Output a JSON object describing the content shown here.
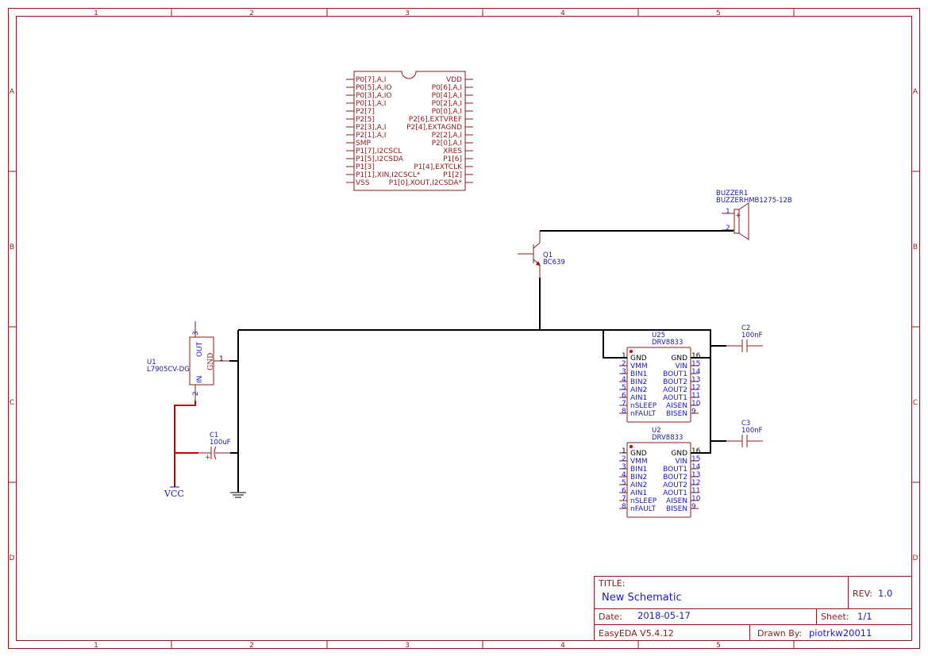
{
  "frame": {
    "columns": [
      "1",
      "2",
      "3",
      "4",
      "5"
    ],
    "rows": [
      "A",
      "B",
      "C",
      "D"
    ]
  },
  "mcu": {
    "left_pins": [
      "P0[7],A,I",
      "P0[5],A,IO",
      "P0[3],A,IO",
      "P0[1],A,I",
      "P2[7]",
      "P2[5]",
      "P2[3],A,I",
      "P2[1],A,I",
      "SMP",
      "P1[7],I2CSCL",
      "P1[5],I2CSDA",
      "P1[3]",
      "P1[1],XIN,I2CSCL*",
      "VSS"
    ],
    "right_pins": [
      "VDD",
      "P0[6],A,I",
      "P0[4],A,I",
      "P0[2],A,I",
      "P0[0],A,I",
      "P2[6],EXTVREF",
      "P2[4],EXTAGND",
      "P2[2],A,I",
      "P2[0],A,I",
      "XRES",
      "P1[6]",
      "P1[4],EXTCLK",
      "P1[2]",
      "P1[0],XOUT,I2CSDA*"
    ]
  },
  "buzzer": {
    "ref": "BUZZER1",
    "value": "BUZZERHMB1275-12B",
    "pin1": "1",
    "pin2": "2",
    "plus": "+"
  },
  "q1": {
    "ref": "Q1",
    "value": "BC639"
  },
  "u1": {
    "ref": "U1",
    "value": "L7905CV-DG",
    "out": "OUT",
    "gnd": "GND",
    "in": "IN",
    "pin1": "1",
    "pin2": "2",
    "pin3": "3"
  },
  "c1": {
    "ref": "C1",
    "value": "100uF",
    "plus": "+"
  },
  "c2": {
    "ref": "C2",
    "value": "100nF"
  },
  "c3": {
    "ref": "C3",
    "value": "100nF"
  },
  "vcc": {
    "label": "VCC"
  },
  "drivers": [
    {
      "ref": "U25",
      "value": "DRV8833"
    },
    {
      "ref": "U2",
      "value": "DRV8833"
    }
  ],
  "drv_left_pins": [
    {
      "num": "1",
      "name": "GND"
    },
    {
      "num": "2",
      "name": "VMM"
    },
    {
      "num": "3",
      "name": "BIN1"
    },
    {
      "num": "4",
      "name": "BIN2"
    },
    {
      "num": "5",
      "name": "AIN2"
    },
    {
      "num": "6",
      "name": "AIN1"
    },
    {
      "num": "7",
      "name": "nSLEEP"
    },
    {
      "num": "8",
      "name": "nFAULT"
    }
  ],
  "drv_right_pins": [
    {
      "num": "16",
      "name": "GND"
    },
    {
      "num": "15",
      "name": "VIN"
    },
    {
      "num": "14",
      "name": "BOUT1"
    },
    {
      "num": "13",
      "name": "BOUT2"
    },
    {
      "num": "12",
      "name": "AOUT2"
    },
    {
      "num": "11",
      "name": "AOUT1"
    },
    {
      "num": "10",
      "name": "AISEN"
    },
    {
      "num": "9",
      "name": "BISEN"
    }
  ],
  "title_block": {
    "title_label": "TITLE:",
    "title": "New Schematic",
    "rev_label": "REV:",
    "rev": "1.0",
    "date_label": "Date:",
    "date": "2018-05-17",
    "sheet_label": "Sheet:",
    "sheet": "1/1",
    "software": "EasyEDA V5.4.12",
    "drawn_label": "Drawn By:",
    "drawn_by": "piotrkw20011"
  }
}
